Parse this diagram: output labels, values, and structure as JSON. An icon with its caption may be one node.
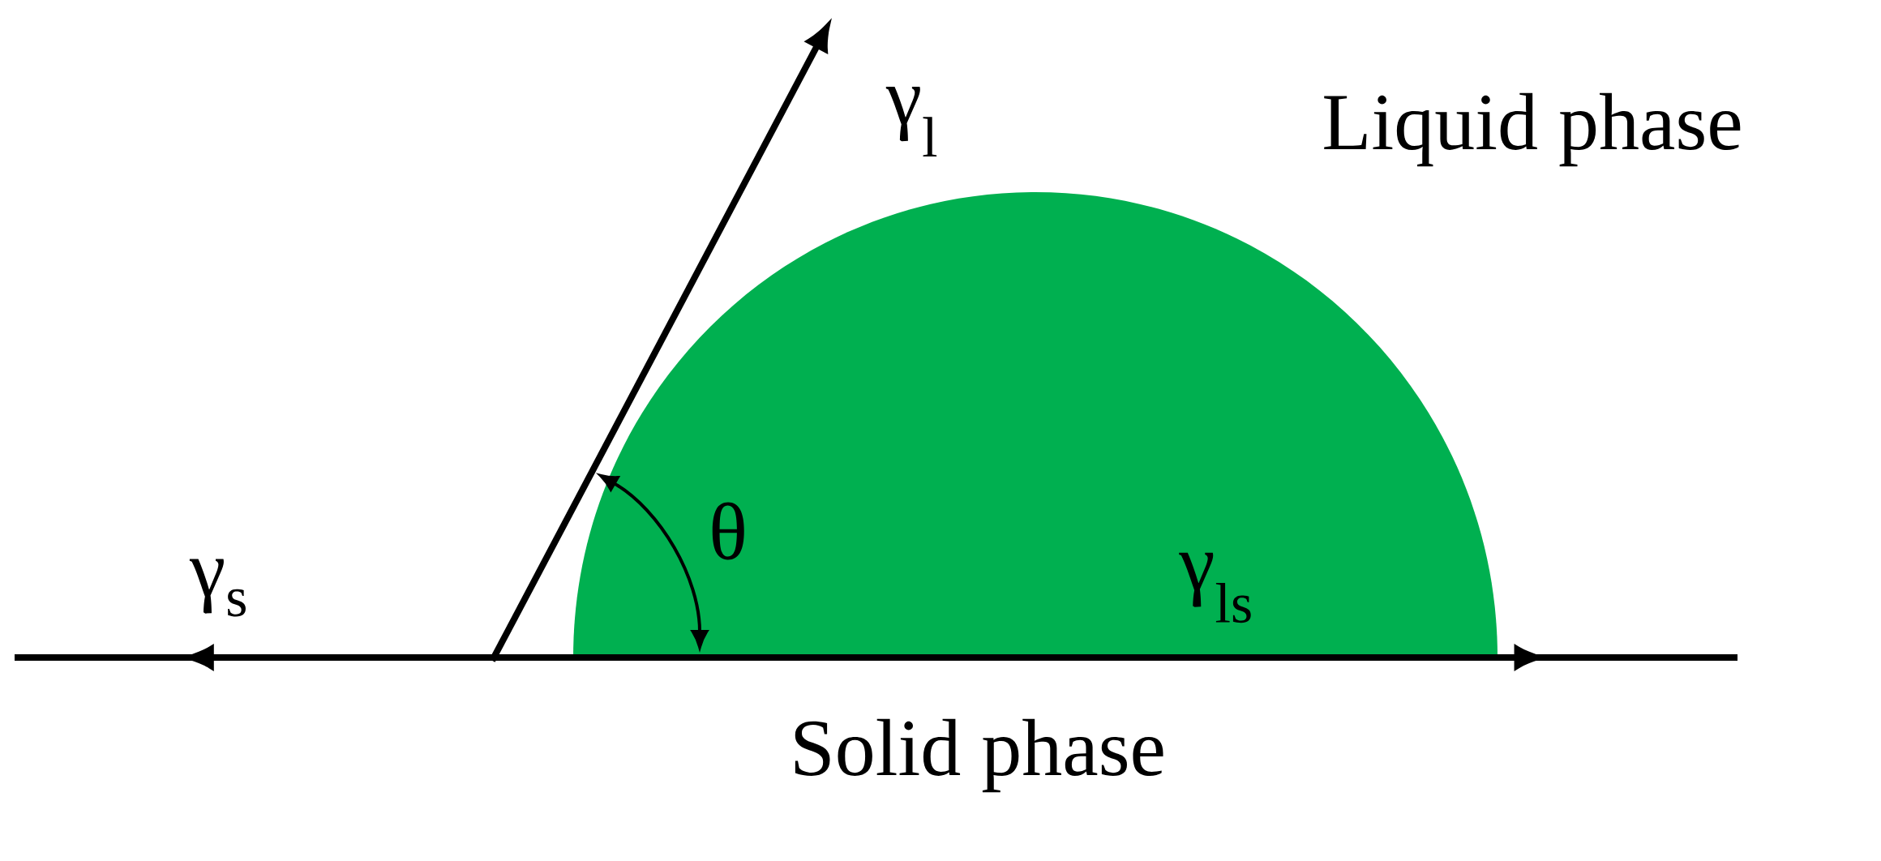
{
  "diagram": {
    "labels": [
      "γ$_{l}$",
      "Liquid phase",
      "θ",
      "γ$_{s}$",
      "γ$_{ls}$",
      "Solid phase"
    ]
  }
}
